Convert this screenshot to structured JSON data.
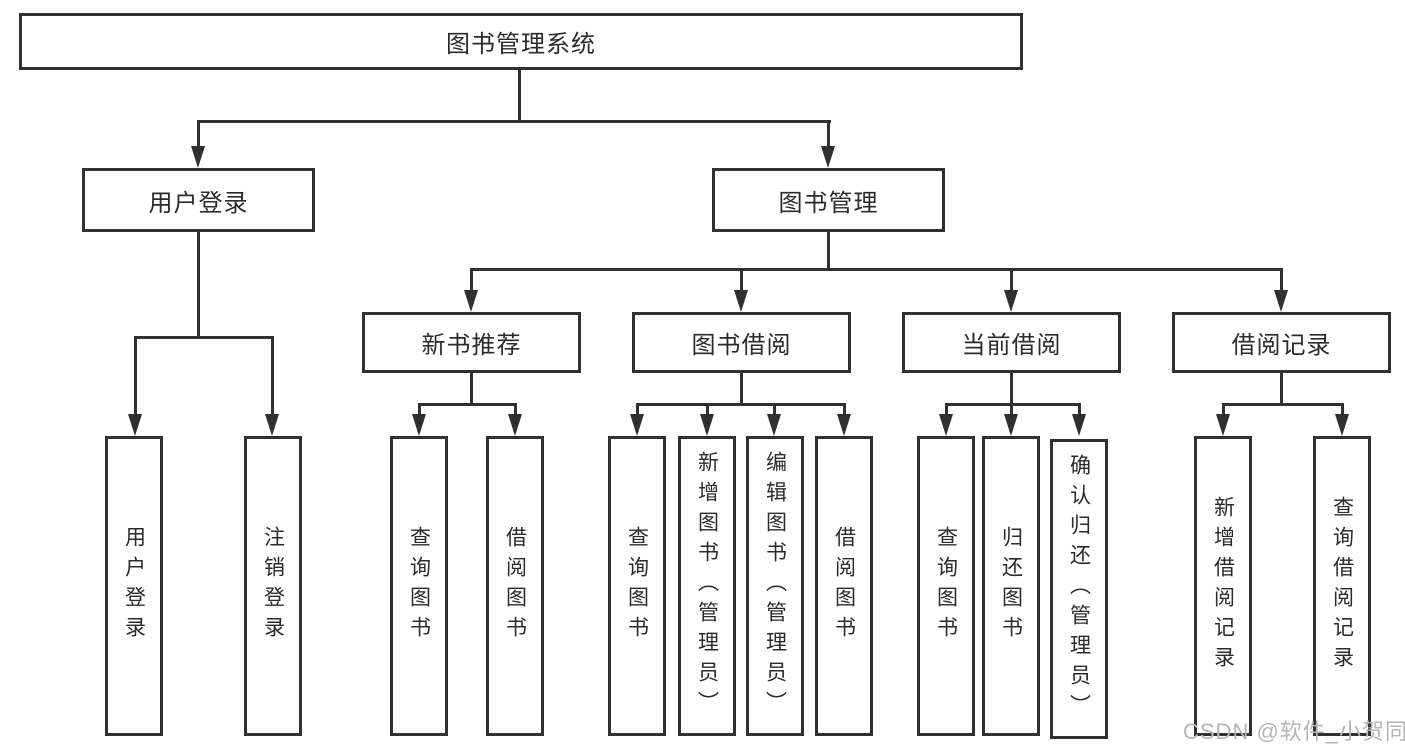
{
  "diagram": {
    "root": "图书管理系统",
    "user_branch": {
      "label": "用户登录",
      "leaves": [
        "用户登录",
        "注销登录"
      ]
    },
    "book_branch": {
      "label": "图书管理",
      "groups": [
        {
          "label": "新书推荐",
          "leaves": [
            "查询图书",
            "借阅图书"
          ]
        },
        {
          "label": "图书借阅",
          "leaves": [
            "查询图书",
            "新增图书（管理员）",
            "编辑图书（管理员）",
            "借阅图书"
          ]
        },
        {
          "label": "当前借阅",
          "leaves": [
            "查询图书",
            "归还图书",
            "确认归还（管理员）"
          ]
        },
        {
          "label": "借阅记录",
          "leaves": [
            "新增借阅记录",
            "查询借阅记录"
          ]
        }
      ]
    }
  },
  "watermark": {
    "text": "CSDN @软件_小贺同学"
  },
  "colors": {
    "line": "#303030",
    "box_border": "#303030",
    "label_text": "#2b2b2b",
    "watermark": "#b5b5b5",
    "background": "#ffffff"
  }
}
